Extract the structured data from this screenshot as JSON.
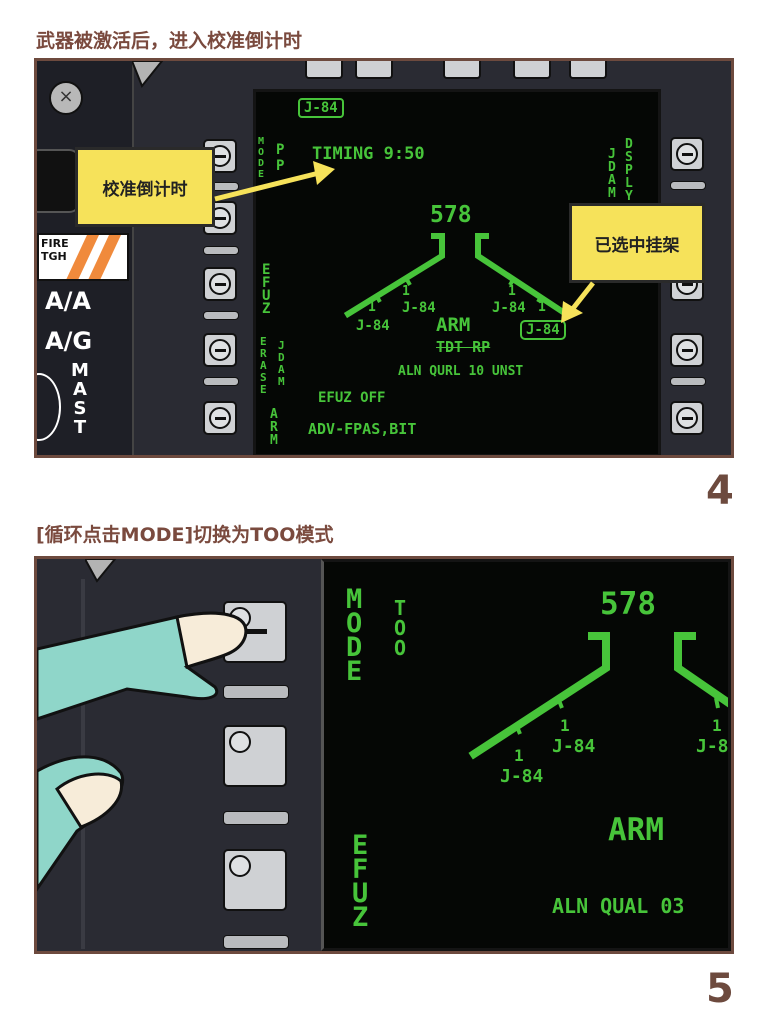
{
  "panel4": {
    "caption": "武器被激活后，进入校准倒计时",
    "page_number": "4",
    "left_console": {
      "fire_label_1": "FIRE",
      "fire_label_2": "TGH",
      "aa_label": "A/A",
      "ag_label": "A/G",
      "master_label": "MAST"
    },
    "screen": {
      "top_tag": "J-84",
      "timing": "TIMING 9:50",
      "heading_value": "578",
      "mode": "MODE",
      "pp": "PP",
      "efuz": "EFUZ",
      "erase": "ERASE",
      "jdam_left": "JDAM",
      "arm_side": "ARM",
      "jdam_right": "JDAM",
      "dsply": "DSPLY",
      "station_num": "1",
      "station_weapon": "J-84",
      "selected_station": "J-84",
      "arm_status": "ARM",
      "tdt_rp": "TDT RP",
      "aln_line": "ALN QURL 10 UNST",
      "efuz_off": "EFUZ OFF",
      "adv_line": "ADV-FPAS,BIT"
    },
    "callout_timing": "校准倒计时",
    "callout_station": "已选中挂架"
  },
  "panel5": {
    "caption": "[循环点击MODE]切换为TOO模式",
    "page_number": "5",
    "screen": {
      "mode": "MODE",
      "too": "TOO",
      "heading_value": "578",
      "efuz": "EFUZ",
      "station_num": "1",
      "station_weapon": "J-84",
      "station_weapon_cut": "J-8",
      "arm_status": "ARM",
      "aln_line": "ALN QUAL 03"
    }
  },
  "colors": {
    "hud_green": "#47c43a",
    "callout_yellow": "#f6e25a",
    "frame_brown": "#6d4a3e",
    "caption_text": "#7a4a3e",
    "glove_teal": "#8fd6c9"
  }
}
